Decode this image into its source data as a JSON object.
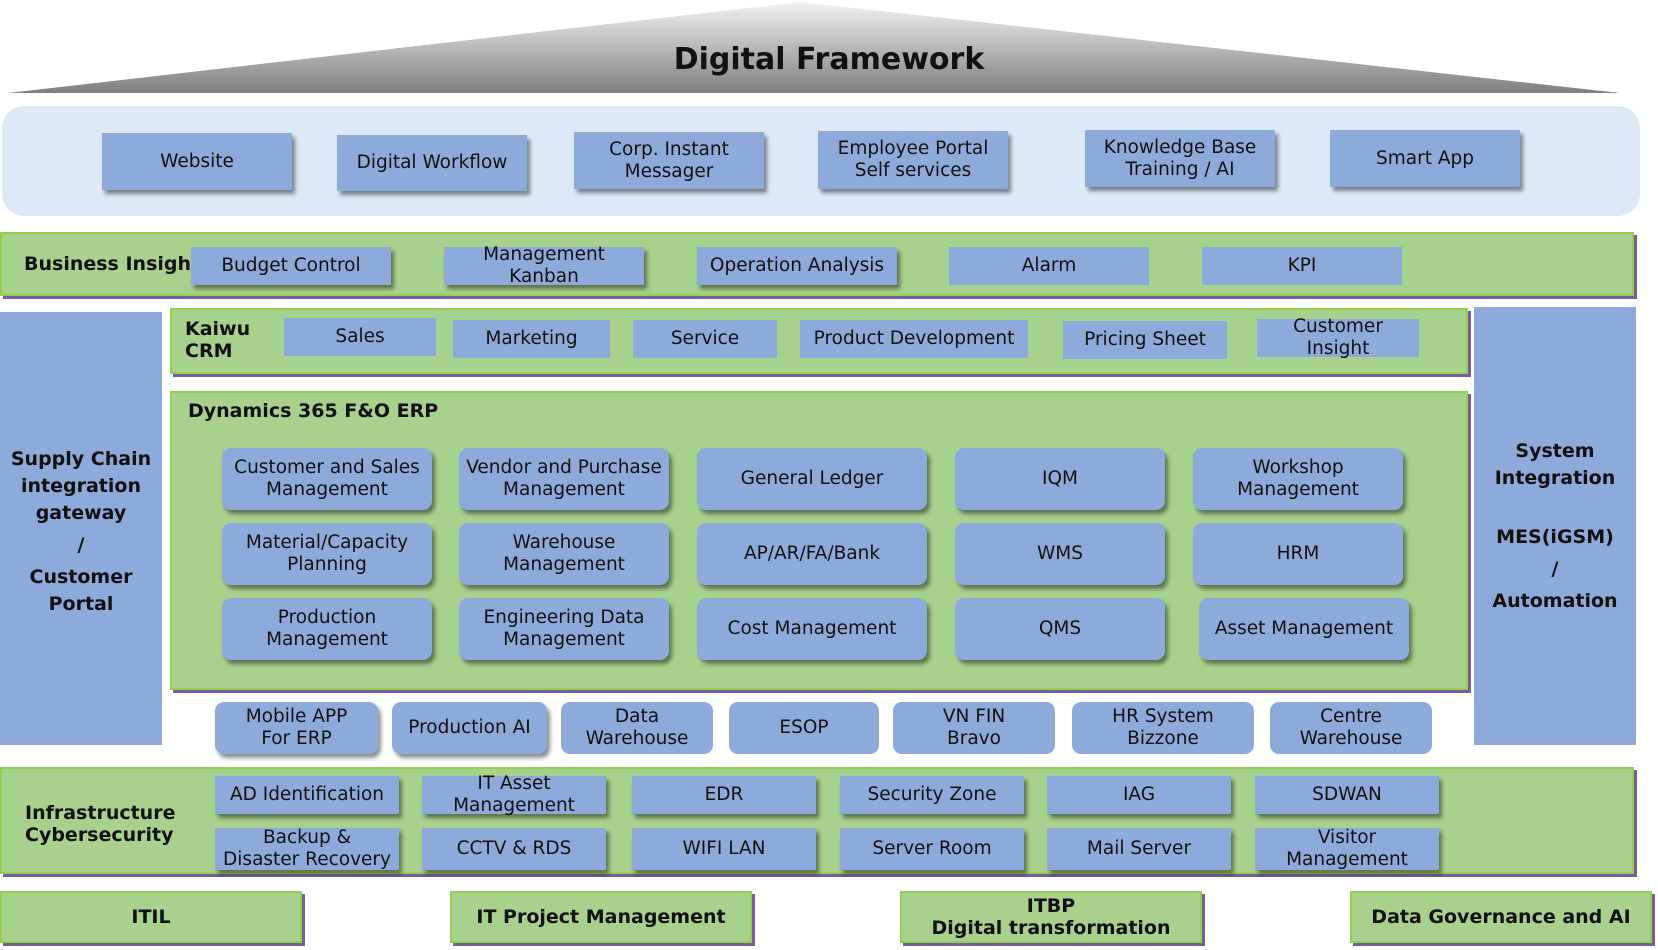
{
  "title": "Digital Framework",
  "colors": {
    "box_blue": "#8eaadb",
    "panel_green": "#a9d18e",
    "border_green": "#92d050",
    "shadow_purple": "#7a5c9a",
    "top_panel": "#dde9f6"
  },
  "portal_row": [
    "Website",
    "Digital Workflow",
    "Corp. Instant\nMessager",
    "Employee Portal\nSelf services",
    "Knowledge Base\nTraining / AI",
    "Smart App"
  ],
  "business_insight": {
    "label": "Business Insight",
    "items": [
      "Budget Control",
      "Management Kanban",
      "Operation Analysis",
      "Alarm",
      "KPI"
    ]
  },
  "left_side": {
    "lines": [
      "Supply Chain",
      "integration",
      "gateway",
      "/",
      "Customer",
      "Portal"
    ]
  },
  "right_side": {
    "lines": [
      "System",
      "Integration",
      "",
      "MES(iGSM)",
      "/",
      "Automation"
    ]
  },
  "crm": {
    "label": "Kaiwu\nCRM",
    "items": [
      "Sales",
      "Marketing",
      "Service",
      "Product Development",
      "Pricing Sheet",
      "Customer Insight"
    ]
  },
  "erp": {
    "label": "Dynamics 365 F&O ERP",
    "modules": [
      "Customer and Sales\nManagement",
      "Vendor and Purchase\nManagement",
      "General Ledger",
      "IQM",
      "Workshop\nManagement",
      "Material/Capacity\nPlanning",
      "Warehouse\nManagement",
      "AP/AR/FA/Bank",
      "WMS",
      "HRM",
      "Production\nManagement",
      "Engineering Data\nManagement",
      "Cost Management",
      "QMS",
      "Asset Management"
    ]
  },
  "extensions": [
    "Mobile APP\nFor ERP",
    "Production AI",
    "Data\nWarehouse",
    "ESOP",
    "VN FIN\nBravo",
    "HR System\nBizzone",
    "Centre\nWarehouse"
  ],
  "infrastructure": {
    "label": "Infrastructure\nCybersecurity",
    "row1": [
      "AD Identification",
      "IT Asset\nManagement",
      "EDR",
      "Security Zone",
      "IAG",
      "SDWAN"
    ],
    "row2": [
      "Backup &\nDisaster Recovery",
      "CCTV & RDS",
      "WIFI LAN",
      "Server Room",
      "Mail Server",
      "Visitor Management"
    ]
  },
  "governance": [
    "ITIL",
    "IT Project Management",
    "ITBP\nDigital transformation",
    "Data Governance and AI"
  ]
}
